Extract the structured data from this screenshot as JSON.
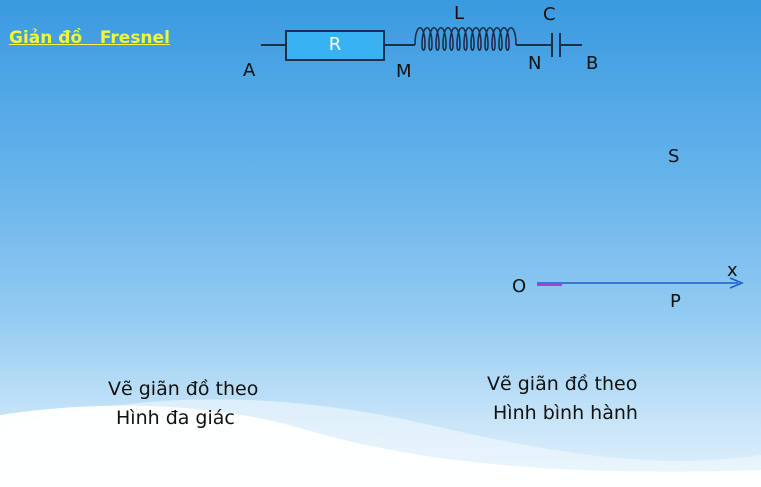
{
  "slide": {
    "title": "Giản đồ   Fresnel",
    "colors": {
      "title": "#f2f53a",
      "resistor_fill": "#39b2f2",
      "wire": "#1b2e4a",
      "axis": "#1f5fbf",
      "vector": "#b03bd8"
    }
  },
  "circuit": {
    "nodes": {
      "a": "A",
      "m": "M",
      "n": "N",
      "b": "B"
    },
    "components": {
      "resistor": "R",
      "inductor": "L",
      "capacitor": "C"
    }
  },
  "diagram": {
    "origin": "O",
    "axis": "x",
    "point_s": "S",
    "point_p": "P"
  },
  "notes": {
    "left": {
      "line1": "Vẽ giãn đồ theo",
      "line2": "Hình đa giác"
    },
    "right": {
      "line1": "Vẽ giãn đồ theo",
      "line2": "Hình bình hành"
    }
  }
}
